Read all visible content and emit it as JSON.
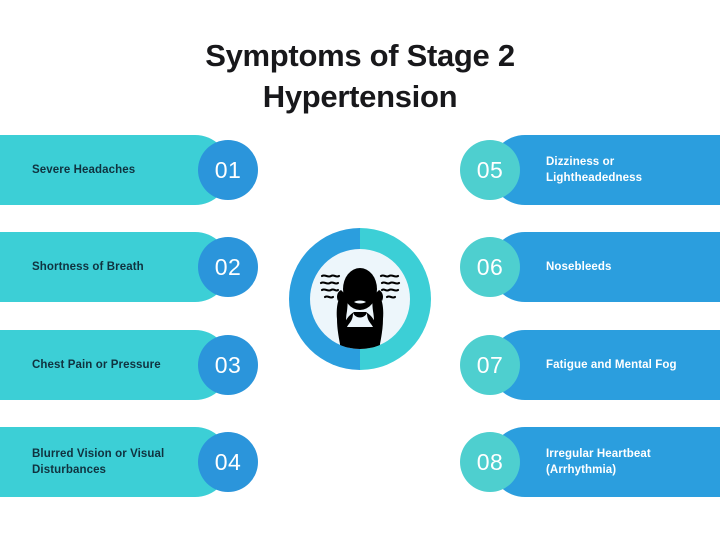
{
  "page": {
    "title_line1": "Symptoms of Stage 2",
    "title_line2": "Hypertension",
    "background": "#ffffff"
  },
  "colors": {
    "teal_bar": "#3ccfd6",
    "blue_bar": "#2b9ede",
    "blue_circle": "#2b95db",
    "teal_circle": "#4ecfcf",
    "title_text": "#18181b",
    "left_label_text": "#10323f",
    "right_label_text": "#ffffff",
    "medallion_inner": "#edf6fb",
    "figure_silhouette": "#000000"
  },
  "left_column": [
    {
      "number": "01",
      "label": "Severe Headaches"
    },
    {
      "number": "02",
      "label": "Shortness of Breath"
    },
    {
      "number": "03",
      "label": "Chest Pain or Pressure"
    },
    {
      "number": "04",
      "label": "Blurred Vision or Visual Disturbances"
    }
  ],
  "right_column": [
    {
      "number": "05",
      "label": "Dizziness or Lightheadedness"
    },
    {
      "number": "06",
      "label": "Nosebleeds"
    },
    {
      "number": "07",
      "label": "Fatigue and Mental Fog"
    },
    {
      "number": "08",
      "label": "Irregular Heartbeat (Arrhythmia)"
    }
  ],
  "center_graphic": {
    "icon": "person-headache-icon",
    "description": "Silhouette of a person holding their head with pain lines"
  }
}
